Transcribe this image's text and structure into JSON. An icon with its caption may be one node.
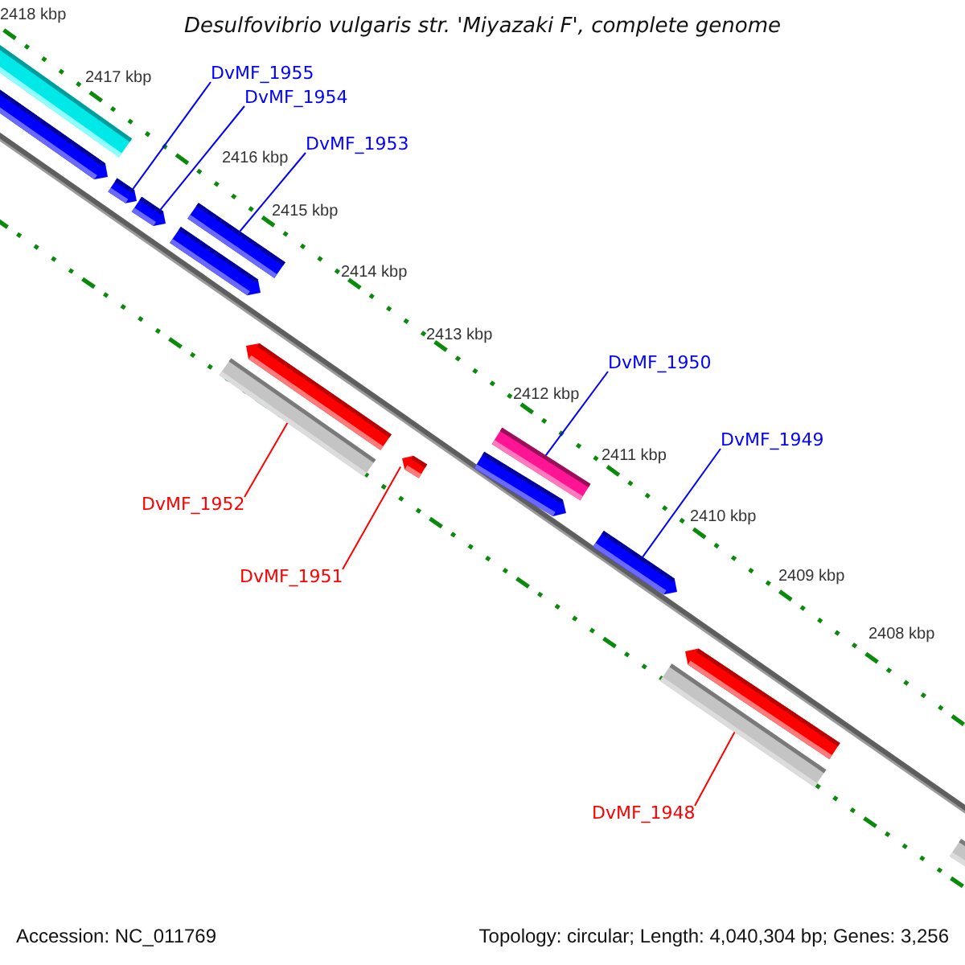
{
  "diagram": {
    "title": "Desulfovibrio vulgaris str. 'Miyazaki F', complete genome",
    "nodes": [
      {
        "text": [
          "DvMF_1955"
        ]
      },
      {
        "text": [
          "DvMF_1954"
        ]
      },
      {
        "text": [
          "DvMF_1953"
        ]
      },
      {
        "text": [
          "DvMF_1950"
        ]
      },
      {
        "text": [
          "DvMF_1949"
        ]
      },
      {
        "text": [
          "DvMF_1952"
        ]
      },
      {
        "text": [
          "DvMF_1951"
        ]
      },
      {
        "text": [
          "DvMF_1948"
        ]
      },
      {
        "text": [],
        "shape": "bar"
      },
      {
        "text": [],
        "shape": "bar"
      },
      {
        "text": [],
        "shape": "bar"
      },
      {
        "text": [],
        "shape": "bar"
      },
      {
        "text": [],
        "shape": "bar"
      },
      {
        "text": [],
        "shape": "bar"
      },
      {
        "text": [],
        "shape": "bar"
      },
      {
        "text": [],
        "shape": "bar"
      },
      {
        "text": [],
        "shape": "bar"
      },
      {
        "text": [],
        "shape": "bar"
      },
      {
        "text": [],
        "shape": "bar"
      },
      {
        "text": [],
        "shape": "bar"
      },
      {
        "text": [],
        "shape": "bar"
      },
      {
        "text": [],
        "shape": "bar"
      },
      {
        "text": [],
        "shape": "bar"
      }
    ],
    "edges": [
      {
        "from": 0,
        "to": 10,
        "arrow": "none"
      },
      {
        "from": 1,
        "to": 11,
        "arrow": "none"
      },
      {
        "from": 2,
        "to": 13,
        "arrow": "none"
      },
      {
        "from": 3,
        "to": 18,
        "arrow": "none"
      },
      {
        "from": 4,
        "to": 19,
        "arrow": "none"
      },
      {
        "from": 5,
        "to": 14,
        "arrow": "none",
        "color": "#ff0000"
      },
      {
        "from": 6,
        "to": 16,
        "arrow": "none",
        "color": "#ff0000"
      },
      {
        "from": 7,
        "to": 20,
        "arrow": "none",
        "color": "#ff0000"
      }
    ],
    "labels": [
      "2418 kbp",
      "2417 kbp",
      "2416 kbp",
      "2415 kbp",
      "2414 kbp",
      "2413 kbp",
      "2412 kbp",
      "2411 kbp",
      "2410 kbp",
      "2409 kbp",
      "2408 kbp",
      "Accession: NC_011769",
      "Topology: circular; Length: 4,040,304 bp; Genes: 3,256"
    ]
  }
}
